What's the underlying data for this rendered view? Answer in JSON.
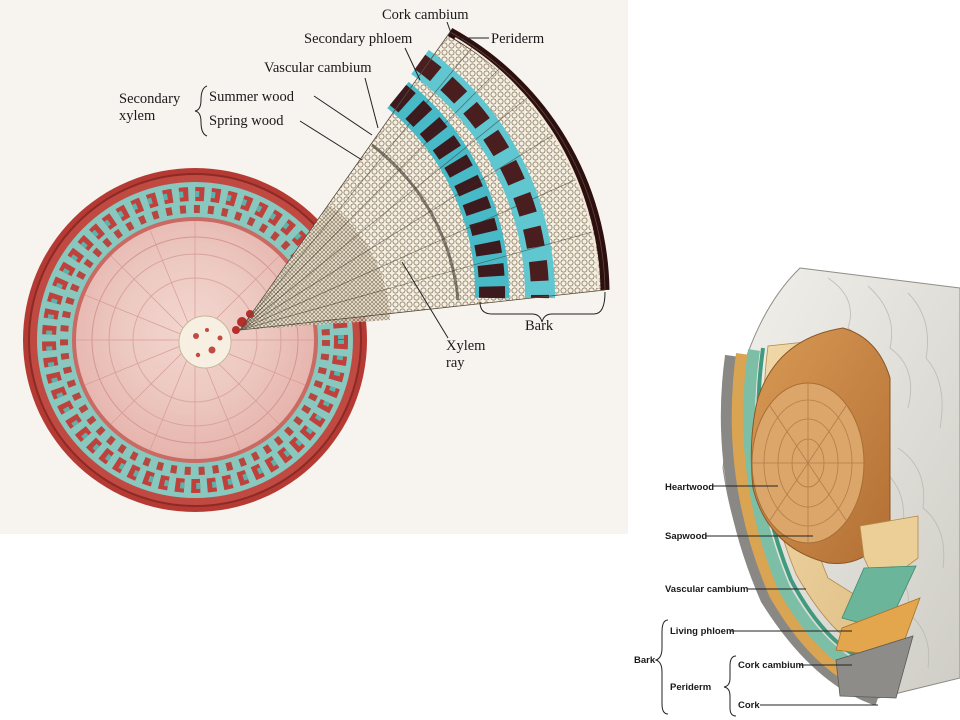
{
  "micrograph": {
    "labels": {
      "cork_cambium": "Cork cambium",
      "periderm": "Periderm",
      "secondary_phloem": "Secondary phloem",
      "vascular_cambium": "Vascular cambium",
      "secondary_xylem_line1": "Secondary",
      "secondary_xylem_line2": "xylem",
      "summer_wood": "Summer wood",
      "spring_wood": "Spring wood",
      "xylem_ray_line1": "Xylem",
      "xylem_ray_line2": "ray",
      "bark": "Bark"
    }
  },
  "illustration": {
    "labels": {
      "heartwood": "Heartwood",
      "sapwood": "Sapwood",
      "vascular_cambium": "Vascular cambium",
      "living_phloem": "Living phloem",
      "bark": "Bark",
      "periderm": "Periderm",
      "cork_cambium": "Cork cambium",
      "cork": "Cork"
    }
  }
}
